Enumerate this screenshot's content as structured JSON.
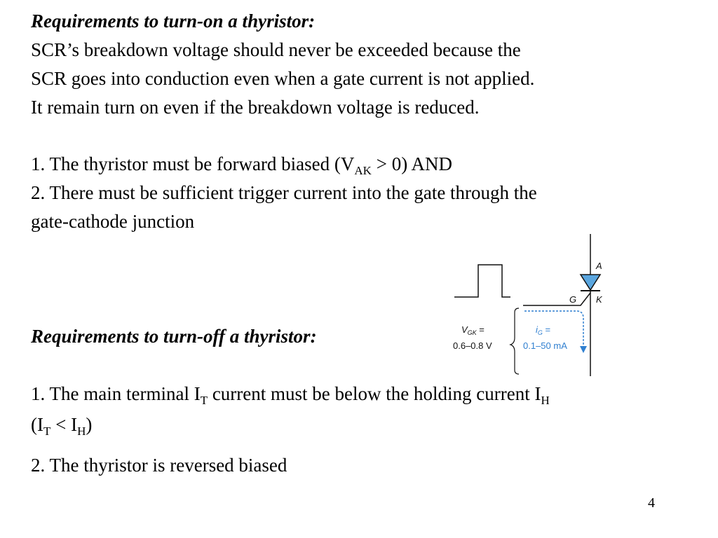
{
  "turn_on": {
    "heading": "Requirements to turn-on a thyristor:",
    "para_line1": "SCR’s breakdown voltage should never be exceeded because the",
    "para_line2": "SCR goes into conduction even when a gate current is not applied.",
    "para_line3": "It remain turn on even if the breakdown voltage is reduced.",
    "item1_pre": "1. The thyristor must be forward biased (V",
    "item1_sub": "AK",
    "item1_post": " > 0) AND",
    "item2_line1": "2. There must be sufficient trigger current into the gate through the",
    "item2_line2": "gate-cathode junction"
  },
  "turn_off": {
    "heading": "Requirements to turn-off a thyristor:",
    "item1_pre": "1. The main terminal I",
    "item1_sub1": "T",
    "item1_mid": " current must be below the holding current I",
    "item1_sub2": "H",
    "item1b_open": "(I",
    "item1b_sub1": "T",
    "item1b_lt": " < I",
    "item1b_sub2": "H",
    "item1b_close": ")",
    "item2": "2. The thyristor is reversed biased"
  },
  "diagram": {
    "label_anode": "A",
    "label_gate": "G",
    "label_cathode": "K",
    "vgk_label": "V",
    "vgk_sub": "GK",
    "vgk_eq": " =",
    "vgk_value": "0.6–0.8 V",
    "ig_label": "i",
    "ig_sub": "G",
    "ig_eq": " =",
    "ig_value": "0.1–50 mA",
    "accent_color": "#2f7fd0"
  },
  "page_number": "4"
}
